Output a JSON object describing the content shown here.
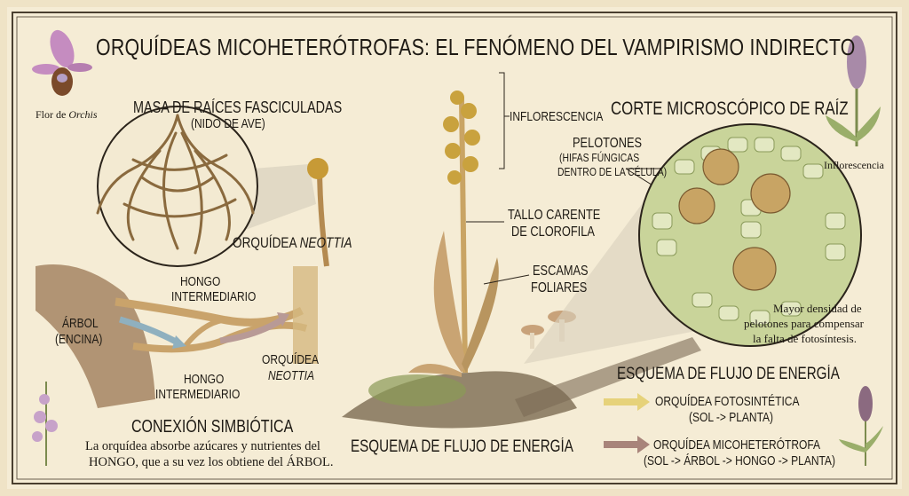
{
  "title": "ORQUÍDEAS MICOHETERÓTROFAS: EL FENÓMENO DEL VAMPIRISMO INDIRECTO",
  "top_left": {
    "caption_prefix": "Flor de ",
    "caption_italic": "Orchis"
  },
  "roots": {
    "heading": "MASA DE RAÍCES FASCICULADAS",
    "subheading": "(NIDO DE AVE)",
    "plant_label_prefix": "ORQUÍDEA ",
    "plant_label_italic": "NEOTTIA"
  },
  "center_plant": {
    "inflorescence": "INFLORESCENCIA",
    "stem_line1": "TALLO CARENTE",
    "stem_line2": "DE CLOROFILA",
    "scales_line1": "ESCAMAS",
    "scales_line2": "FOLIARES",
    "bottom_heading": "ESQUEMA DE FLUJO DE ENERGÍA"
  },
  "microscope": {
    "heading": "CORTE MICROSCÓPICO DE RAÍZ",
    "pelotones": "PELOTONES",
    "pelotones_sub1": "(HIFAS FÚNGICAS",
    "pelotones_sub2": "DENTRO DE LA CÉLULA)",
    "note_line1": "Mayor densidad de",
    "note_line2": "pelotones para compensar",
    "note_line3": "la falta de fotosíntesis."
  },
  "top_right": {
    "caption": "Inflorescencia"
  },
  "symbiosis": {
    "fungus_top_1": "HONGO",
    "fungus_top_2": "INTERMEDIARIO",
    "tree_1": "ÁRBOL",
    "tree_2": "(ENCINA)",
    "fungus_bottom_1": "HONGO",
    "fungus_bottom_2": "INTERMEDIARIO",
    "orchid_1": "ORQUÍDEA",
    "orchid_2": "NEOTTIA",
    "heading": "CONEXIÓN SIMBIÓTICA",
    "body_line1": "La orquídea absorbe azúcares y nutrientes del",
    "body_line2": "HONGO, que a su vez los obtiene del ÁRBOL."
  },
  "energy_flow": {
    "heading": "ESQUEMA DE FLUJO DE ENERGÍA",
    "items": [
      {
        "label": "ORQUÍDEA FOTOSINTÉTICA",
        "path": "(SOL -> PLANTA)",
        "arrow_color": "#e6d27a"
      },
      {
        "label": "ORQUÍDEA MICOHETERÓTROFA",
        "path": "(SOL -> ÁRBOL -> HONGO -> PLANTA)",
        "arrow_color": "#a8847a"
      }
    ]
  },
  "colors": {
    "parchment": "#efe3c6",
    "ink": "#1e1a14",
    "cell_green": "#c9d49a",
    "root_tan": "#c9a36b",
    "blue_arrow": "#8fb0bf"
  }
}
